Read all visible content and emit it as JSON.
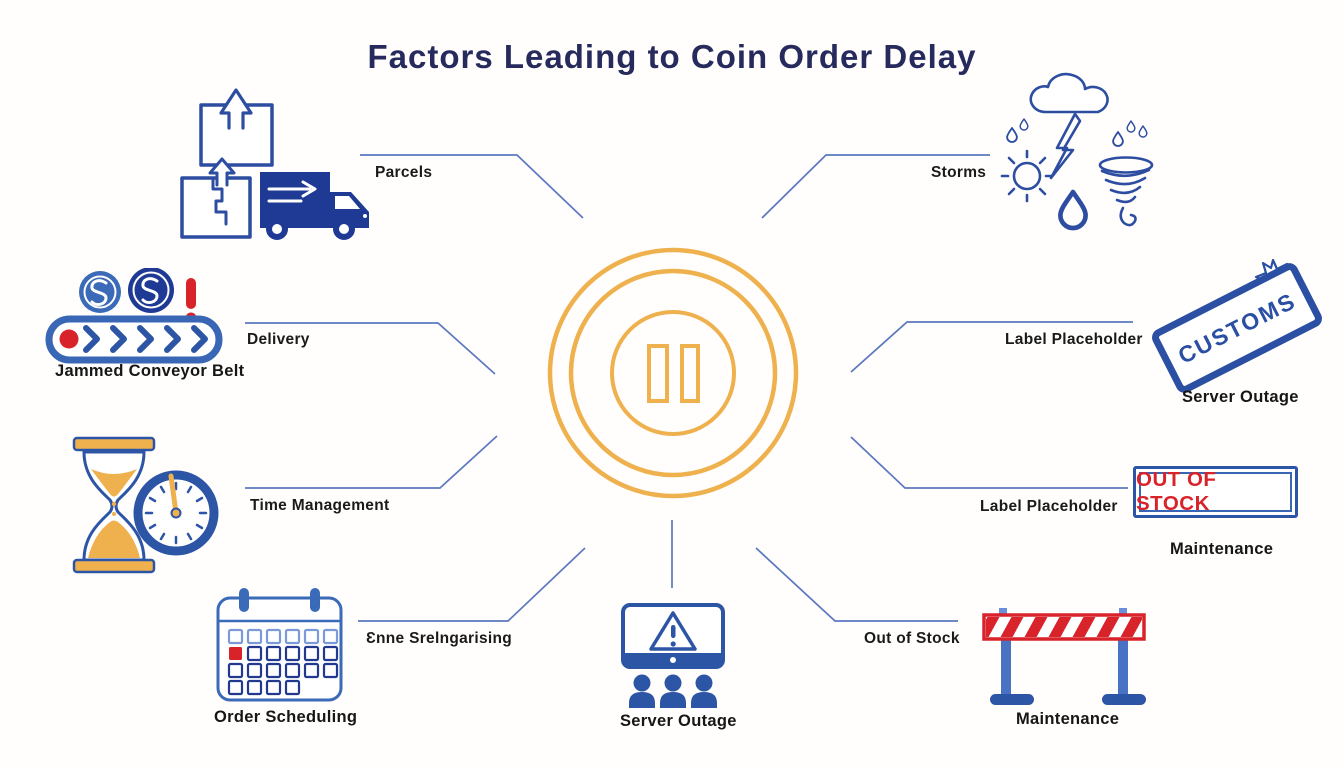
{
  "title": "Factors Leading to Coin Order Delay",
  "center": {
    "icon": "pause-coin-icon"
  },
  "colors": {
    "title_navy": "#262a5c",
    "icon_blue": "#2d4da1",
    "icon_navy": "#1e3a94",
    "accent_gold": "#eeb14e",
    "alert_red": "#d8232a",
    "connector_blue": "#5b78c0"
  },
  "nodes": [
    {
      "id": "parcels",
      "icon": "parcel-truck-icon",
      "label": "Parcels"
    },
    {
      "id": "storms",
      "icon": "storm-weather-icon",
      "label": "Storms"
    },
    {
      "id": "delivery",
      "icon": "jammed-conveyor-belt-icon",
      "label": "Delivery",
      "caption": "Jammed Conveyor Belt"
    },
    {
      "id": "customs",
      "icon": "customs-stamp-icon",
      "label": "Label Placeholder",
      "stamp_text": "CUSTOMS",
      "caption": "Server Outage"
    },
    {
      "id": "time-management",
      "icon": "hourglass-clock-icon",
      "label": "Time Management"
    },
    {
      "id": "out-of-stock-sign",
      "icon": "out-of-stock-sign-icon",
      "label": "Label Placeholder",
      "sign_text": "OUT OF STOCK",
      "caption": "Maintenance"
    },
    {
      "id": "order-scheduling",
      "icon": "calendar-icon",
      "label": "Ɛnne Srelngarising",
      "caption": "Order Scheduling"
    },
    {
      "id": "server-outage",
      "icon": "monitor-alert-icon",
      "caption": "Server Outage"
    },
    {
      "id": "road-barrier",
      "icon": "roadblock-barrier-icon",
      "label": "Out of Stock",
      "caption": "Maintenance"
    }
  ]
}
